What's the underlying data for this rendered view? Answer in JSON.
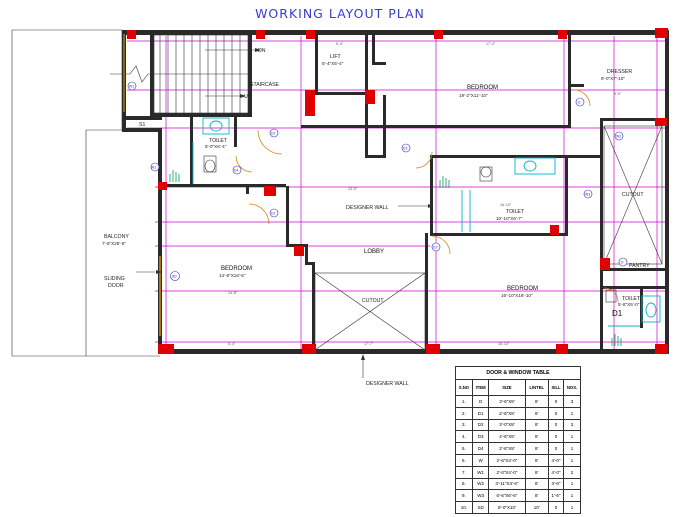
{
  "title": "WORKING LAYOUT PLAN",
  "labels": {
    "dn": "DN",
    "up": "UP",
    "staircase": "STAIRCASE",
    "lift": "LIFT",
    "lift_size": "5'-4\"X5'-4\"",
    "bedroom_top": "BEDROOM",
    "bedroom_top_size": "19'-2\"X11'-10\"",
    "dresser": "DRESSER",
    "dresser_size": "9'-0\"X7'-10\"",
    "toilet_left": "TOILET",
    "toilet_left_size": "8'-0\"X6'-4\"",
    "designer_wall_mid": "DESIGNER WALL",
    "toilet_mid": "TOILET",
    "toilet_mid_size": "10'-10\"X6'-7\"",
    "cutout_right": "CUTOUT",
    "balcony": "BALCONY",
    "balcony_size": "7'-5\"X25'-6\"",
    "sliding_door_1": "SLIDING",
    "sliding_door_2": "DOOR",
    "bedroom_left": "BEDROOM",
    "bedroom_left_size": "14'-8\"X16'-5\"",
    "lobby": "LOBBY",
    "cutout_center": "CUTOUT",
    "bedroom_right": "BEDROOM",
    "bedroom_right_size": "16'-10\"X16'-10\"",
    "pantry": "PANTRY",
    "toilet_small": "TOILET",
    "toilet_small_size": "5'-8\"X5'-0\"",
    "d1_mark": "D1",
    "s1_mark": "S1",
    "designer_wall_bottom": "DESIGNER WALL"
  },
  "door_window_table": {
    "caption": "DOOR & WINDOW TABLE",
    "headers": [
      "S.NO",
      "ITEM",
      "SIZE",
      "LINTEL",
      "SILL",
      "NOS."
    ],
    "rows": [
      [
        "1.",
        "D",
        "3'-6\"X8'",
        "8'",
        "0",
        "3"
      ],
      [
        "2.",
        "D1",
        "2'-6\"X8'",
        "8'",
        "0",
        "1"
      ],
      [
        "3.",
        "D2",
        "3'-0\"X8'",
        "8'",
        "0",
        "3"
      ],
      [
        "4.",
        "D3",
        "4'-6\"X8'",
        "8'",
        "0",
        "1"
      ],
      [
        "5.",
        "D4",
        "2'-6\"X8'",
        "8'",
        "0",
        "1"
      ],
      [
        "6.",
        "W",
        "2'-6\"X4'-0\"",
        "8'",
        "4'-0\"",
        "1"
      ],
      [
        "7.",
        "W1",
        "2'-0\"X4'-0\"",
        "8'",
        "4'-0\"",
        "2"
      ],
      [
        "8.",
        "W2",
        "3'-11\"X4'-6\"",
        "8'",
        "3'-6\"",
        "1"
      ],
      [
        "9.",
        "W3",
        "6'-6\"X6'-6\"",
        "8'",
        "1'-6\"",
        "1"
      ],
      [
        "10.",
        "SD",
        "8'-0\"X10'",
        "10'",
        "0",
        "1"
      ]
    ]
  },
  "dimensions": {
    "d_top": "17'-3\"",
    "d_top2": "5'-4\"",
    "d_mid": "16'-10\"",
    "d_mid2": "13'-0\"",
    "d_bot": "14'-8\"",
    "d_bot2": "16'-10\"",
    "d_bot3": "17'-7\"",
    "d_side": "6'-4\"",
    "d_side2": "9'-0\""
  },
  "tags": {
    "w1": "W1",
    "w2": "W2",
    "w3": "W3",
    "d": "D",
    "d2": "D2",
    "d3": "D3",
    "d4": "D4",
    "sd": "SD"
  },
  "colors": {
    "title": "#3a3ad0",
    "walls": "#2a2a2a",
    "columns": "#e00000",
    "grid": "#d000d0",
    "doors": "#d08a10",
    "fixtures": "#00b7c7",
    "tags": "#2a2ab5"
  }
}
